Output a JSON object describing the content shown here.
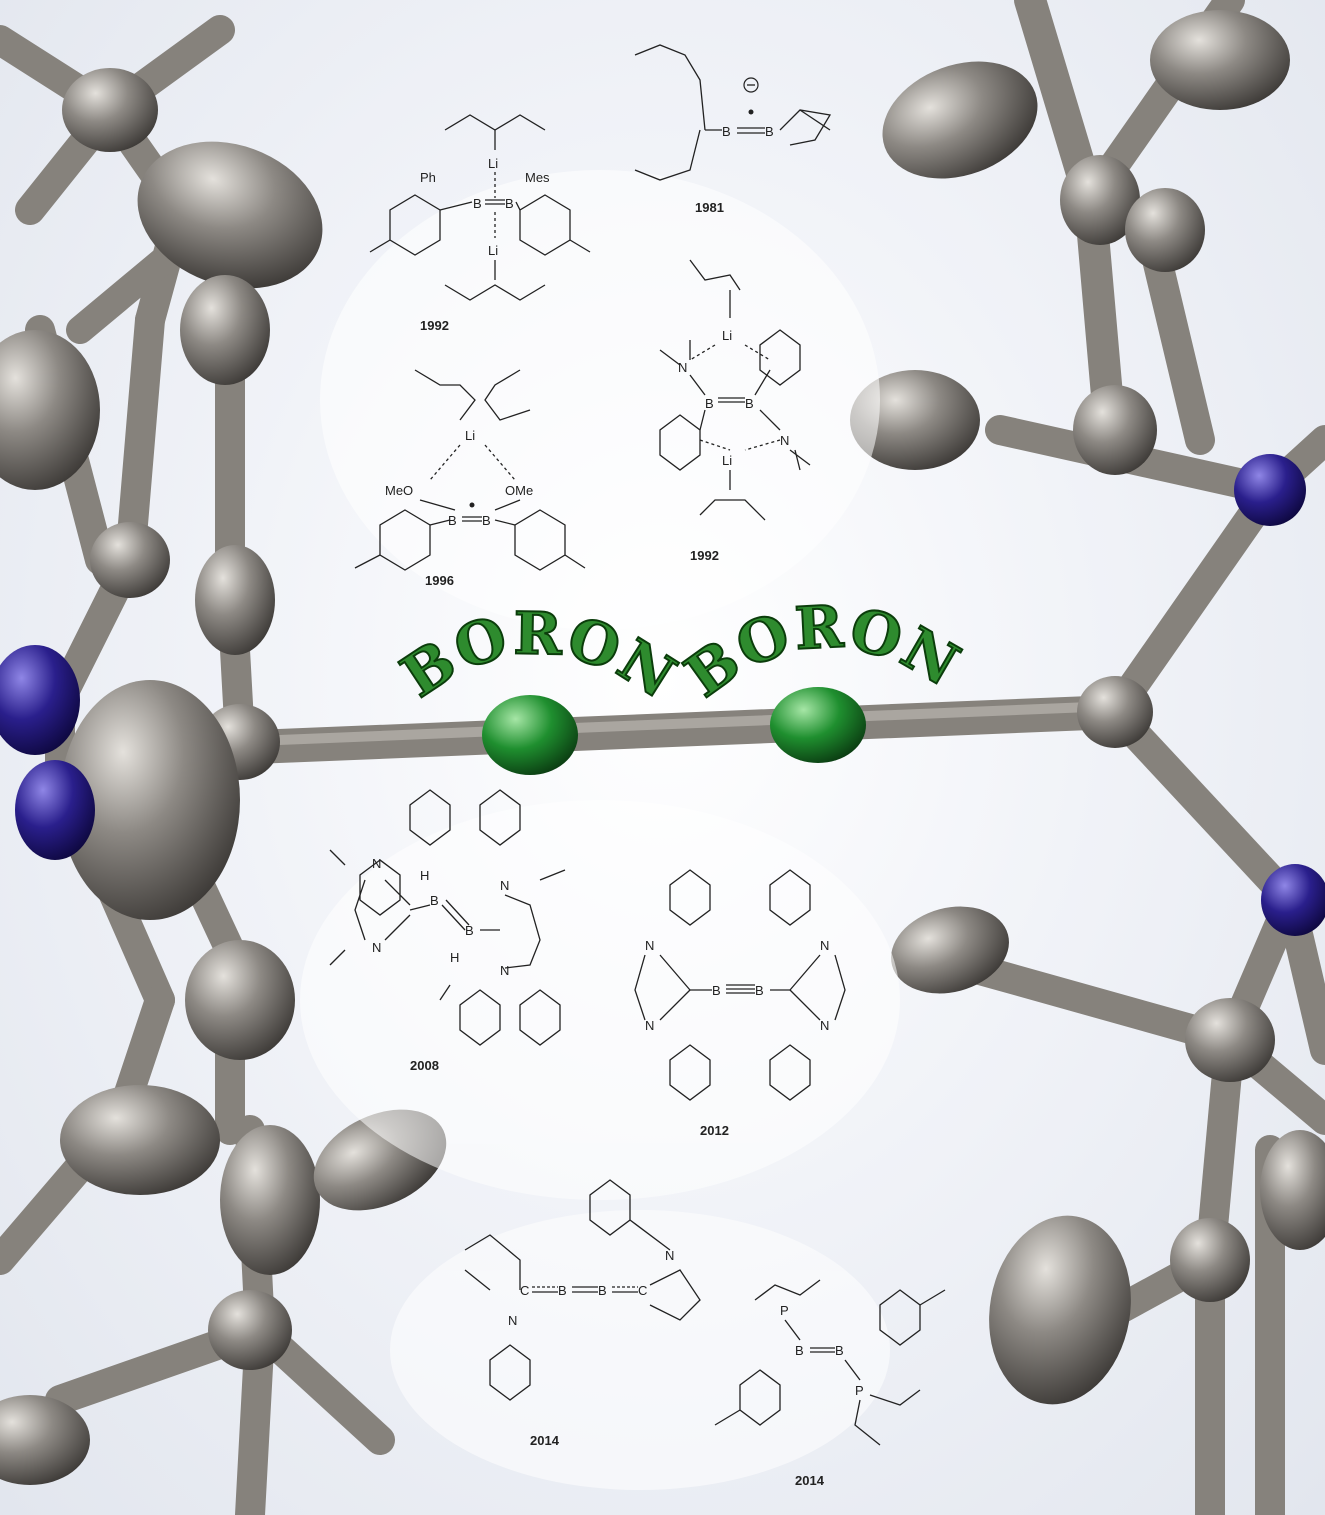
{
  "banner": {
    "left_word": "BORON",
    "right_word": "BORON"
  },
  "colors": {
    "carbon_atom": "#8d8984",
    "nitrogen_atom": "#2a1f8c",
    "boron_atom": "#1f8f2f",
    "year_text": "#7a1f26",
    "banner_fill": "#2e8b2e"
  },
  "compounds": [
    {
      "id": "c1981",
      "year": "1981",
      "labels": [
        "B",
        "B"
      ]
    },
    {
      "id": "c1992a",
      "year": "1992",
      "labels": [
        "Li",
        "Li",
        "Ph",
        "Mes",
        "B",
        "B"
      ]
    },
    {
      "id": "c1992b",
      "year": "1992",
      "labels": [
        "Li",
        "Li",
        "N",
        "N",
        "B",
        "B"
      ]
    },
    {
      "id": "c1996",
      "year": "1996",
      "labels": [
        "Li",
        "MeO",
        "OMe",
        "B",
        "B"
      ]
    },
    {
      "id": "c2008",
      "year": "2008",
      "labels": [
        "H",
        "H",
        "B",
        "B",
        "N",
        "N",
        "N",
        "N"
      ]
    },
    {
      "id": "c2012",
      "year": "2012",
      "labels": [
        "B",
        "B",
        "N",
        "N",
        "N",
        "N"
      ]
    },
    {
      "id": "c2014a",
      "year": "2014",
      "labels": [
        "C",
        "B",
        "B",
        "C",
        "N",
        "N"
      ]
    },
    {
      "id": "c2014b",
      "year": "2014",
      "labels": [
        "P",
        "P",
        "B",
        "B"
      ]
    }
  ]
}
